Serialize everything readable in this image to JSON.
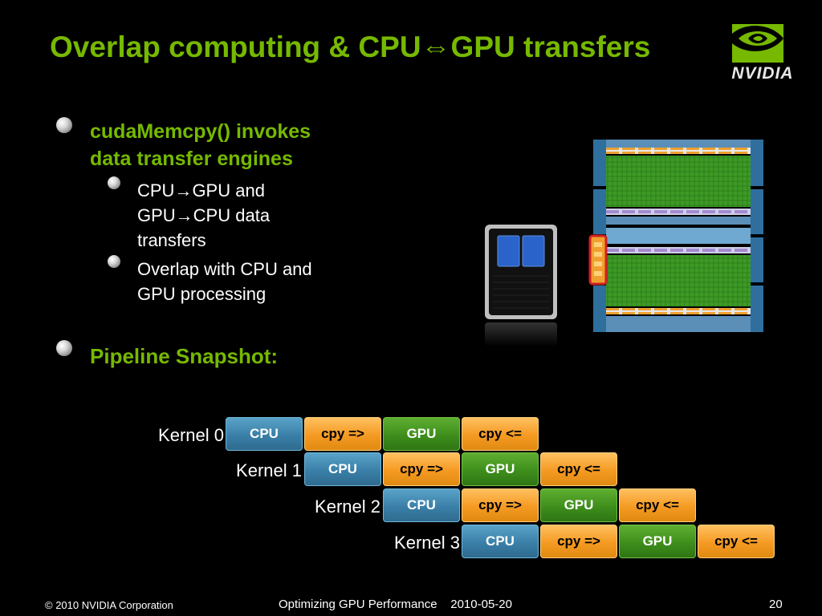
{
  "slide": {
    "title": "Overlap computing & CPU⇔GPU transfers",
    "logo_text": "NVIDIA"
  },
  "bullets": {
    "b1_line1": "cudaMemcpy() invokes",
    "b1_line2": "data transfer engines",
    "sub1_line1": "CPU→GPU and",
    "sub1_line2": "GPU→CPU data",
    "sub1_line3": "transfers",
    "sub2_line1": "Overlap with CPU and",
    "sub2_line2": "GPU processing",
    "b2": "Pipeline Snapshot:"
  },
  "pipeline": {
    "kernels": [
      "Kernel 0",
      "Kernel 1",
      "Kernel 2",
      "Kernel 3"
    ],
    "stages": [
      "CPU",
      "cpy =>",
      "GPU",
      "cpy <="
    ]
  },
  "footer": {
    "copyright": "©  2010 NVIDIA Corporation",
    "center": "Optimizing GPU Performance    2010-05-20",
    "page": "20"
  },
  "colors": {
    "accent": "#76b900",
    "cpu": "#3a7fa8",
    "cpy": "#f59a22",
    "gpu": "#3e8e1c"
  }
}
